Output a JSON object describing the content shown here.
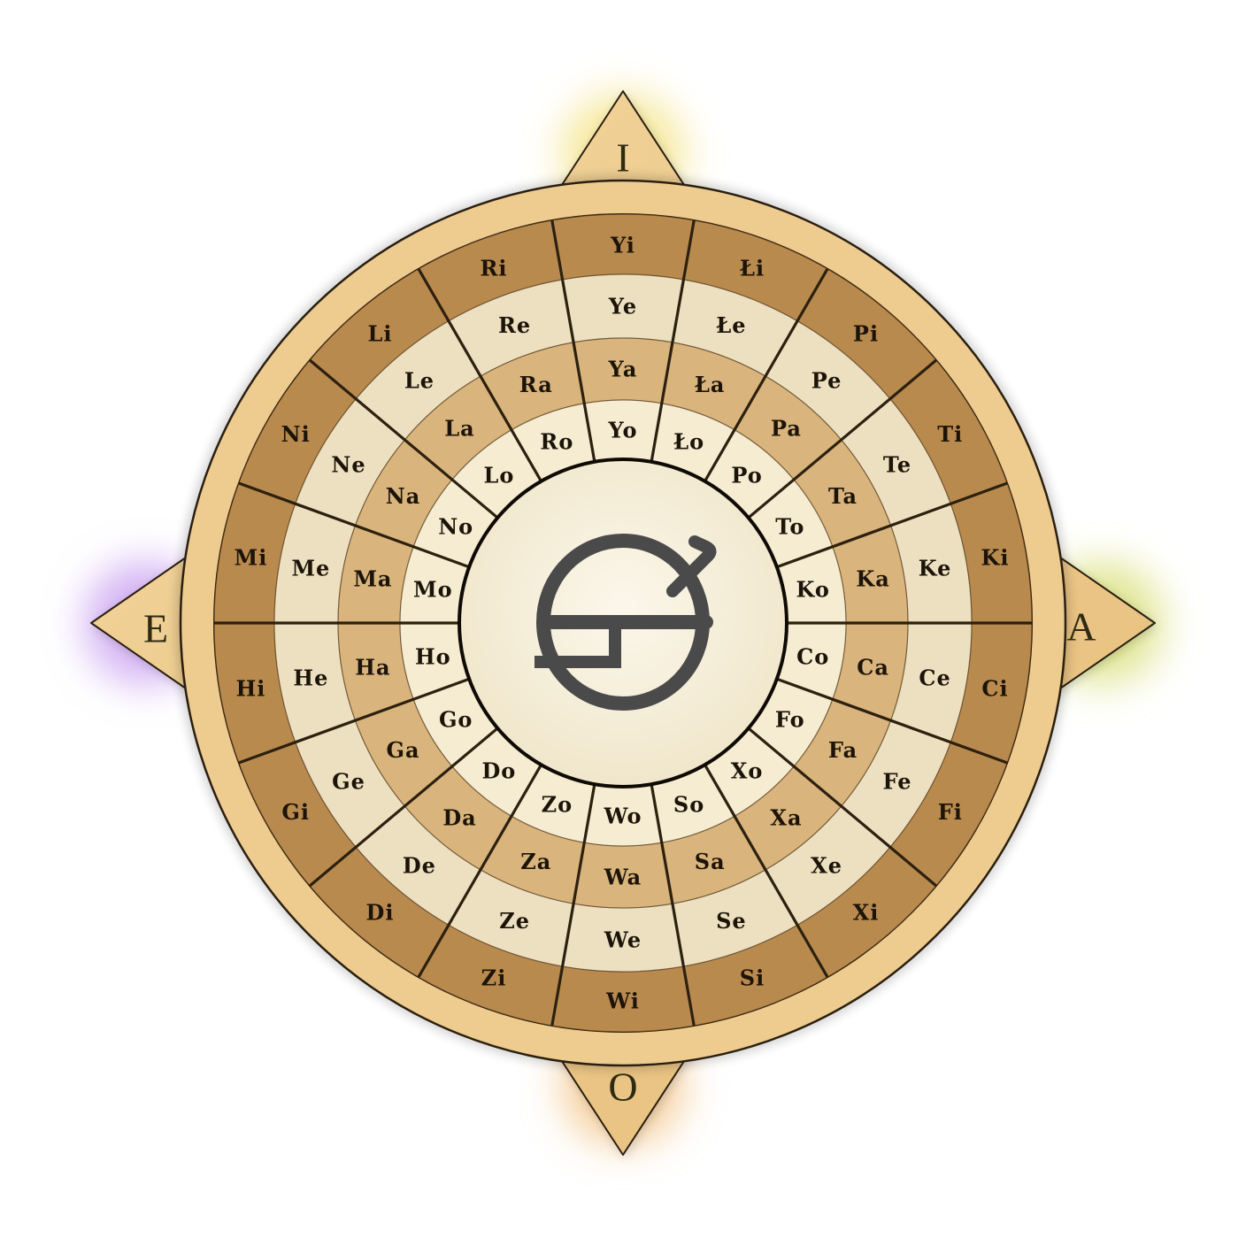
{
  "directions": [
    {
      "letter": "I",
      "position": "top"
    },
    {
      "letter": "A",
      "position": "right"
    },
    {
      "letter": "O",
      "position": "bottom"
    },
    {
      "letter": "E",
      "position": "left"
    }
  ],
  "center_logo": "stylized-glyph-logo",
  "colors": {
    "frame": "#eecb8f",
    "frame_stroke": "#2a1f10",
    "ring_dark": "#b98a4e",
    "ring_mid": "#d9b47c",
    "ring_light": "#ece0c1",
    "ring_lightest": "#f5ecd2",
    "center": "#f8f2df",
    "glyph": "#4a4a4a",
    "glow_left": "#c9a0f0",
    "glow_top": "#f4e486",
    "glow_right": "#d9e07a",
    "glow_bottom": "#f3c487"
  },
  "sectors_clockwise_from_top": [
    {
      "syllables": [
        "Yi",
        "Ye",
        "Ya",
        "Yo"
      ]
    },
    {
      "syllables": [
        "Łi",
        "Łe",
        "Ła",
        "Ło"
      ]
    },
    {
      "syllables": [
        "Pi",
        "Pe",
        "Pa",
        "Po"
      ]
    },
    {
      "syllables": [
        "Ti",
        "Te",
        "Ta",
        "To"
      ]
    },
    {
      "syllables": [
        "Ki",
        "Ke",
        "Ka",
        "Ko"
      ]
    },
    {
      "syllables": [
        "Ci",
        "Ce",
        "Ca",
        "Co"
      ]
    },
    {
      "syllables": [
        "Fi",
        "Fe",
        "Fa",
        "Fo"
      ]
    },
    {
      "syllables": [
        "Xi",
        "Xe",
        "Xa",
        "Xo"
      ]
    },
    {
      "syllables": [
        "Si",
        "Se",
        "Sa",
        "So"
      ]
    },
    {
      "syllables": [
        "Wi",
        "We",
        "Wa",
        "Wo"
      ]
    },
    {
      "syllables": [
        "Zi",
        "Ze",
        "Za",
        "Zo"
      ]
    },
    {
      "syllables": [
        "Di",
        "De",
        "Da",
        "Do"
      ]
    },
    {
      "syllables": [
        "Gi",
        "Ge",
        "Ga",
        "Go"
      ]
    },
    {
      "syllables": [
        "Hi",
        "He",
        "Ha",
        "Ho"
      ]
    },
    {
      "syllables": [
        "Mi",
        "Me",
        "Ma",
        "Mo"
      ]
    },
    {
      "syllables": [
        "Ni",
        "Ne",
        "Na",
        "No"
      ]
    },
    {
      "syllables": [
        "Li",
        "Le",
        "La",
        "Lo"
      ]
    },
    {
      "syllables": [
        "Ri",
        "Re",
        "Ra",
        "Ro"
      ]
    }
  ]
}
